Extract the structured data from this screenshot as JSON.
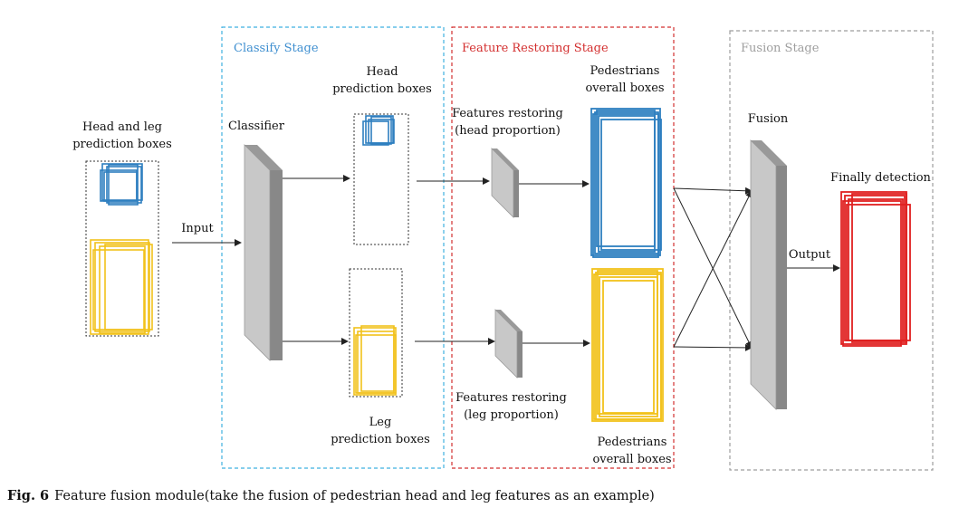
{
  "stages": {
    "classify": {
      "title": "Classify Stage",
      "color": "#3f8fd0"
    },
    "restoring": {
      "title": "Feature Restoring Stage",
      "color": "#d32f2f"
    },
    "fusion": {
      "title": "Fusion Stage",
      "color": "#9e9e9e"
    }
  },
  "labels": {
    "input_boxes": "Head and leg\nprediction boxes",
    "input": "Input",
    "classifier": "Classifier",
    "head_pred": "Head\nprediction boxes",
    "leg_pred": "Leg\nprediction boxes",
    "restore_head": "Features restoring\n(head proportion)",
    "restore_leg": "Features restoring\n(leg proportion)",
    "ped_overall_top": "Pedestrians\noverall boxes",
    "ped_overall_bottom": "Pedestrians\noverall boxes",
    "fusion": "Fusion",
    "output": "Output",
    "final": "Finally detection"
  },
  "caption": {
    "label": "Fig. 6",
    "text": "Feature fusion module(take the fusion of pedestrian head and leg features as an example)"
  },
  "colors": {
    "head_box": "#2e7fc0",
    "leg_box": "#f2c21b",
    "final_box": "#e02020",
    "panel_gray": "#c8c8c8"
  }
}
